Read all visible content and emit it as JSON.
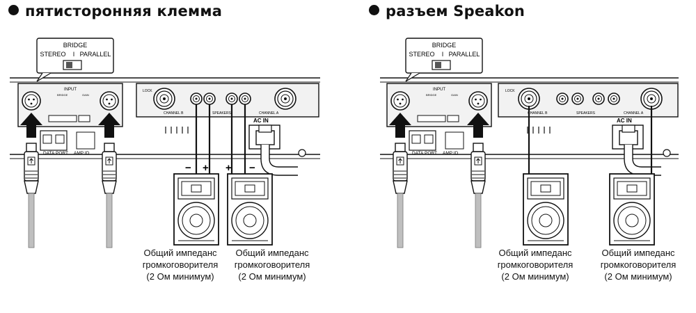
{
  "headings": {
    "left": "пятисторонняя клемма",
    "right": "разъем Speakon"
  },
  "switch_callout": {
    "bridge": "BRIDGE",
    "stereo": "STEREO",
    "separator": "I",
    "parallel": "PARALLEL"
  },
  "panel_labels": {
    "input": "INPUT",
    "data": "DATA",
    "port": "PORT",
    "amp_id": "AMP ID",
    "ac_in": "AC IN",
    "speakers": "SPEAKERS",
    "channel_a": "CHANNEL A",
    "channel_b": "CHANNEL B",
    "lock": "LOCK",
    "bridge": "BRIDGE",
    "gain": "GAIN"
  },
  "polarity": {
    "minus": "−",
    "plus": "+"
  },
  "speaker_caption": {
    "line1": "Общий импеданс",
    "line2": "громкоговорителя",
    "line3": "(2 Ом минимум)"
  },
  "colors": {
    "ink": "#111111",
    "panel_fill": "#f2f2f2",
    "cable": "#bfbfbf"
  },
  "icons": [
    "bullet-icon",
    "arrow-up-icon",
    "xlr-jack-icon",
    "speakon-jack-icon",
    "binding-post-icon",
    "speaker-icon",
    "power-cord-icon"
  ]
}
